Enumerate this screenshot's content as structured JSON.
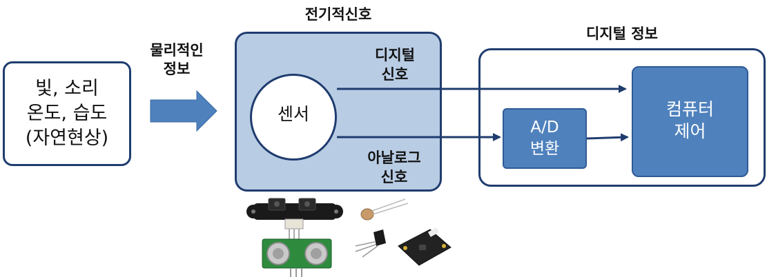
{
  "phenomena": {
    "line1": "빛, 소리",
    "line2": "온도, 습도",
    "line3": "(자연현상)"
  },
  "physical_info": {
    "line1": "물리적인",
    "line2": "정보"
  },
  "electrical_signal": {
    "title": "전기적신호",
    "sensor": "센서",
    "digital_line1": "디지털",
    "digital_line2": "신호",
    "analog_line1": "아날로그",
    "analog_line2": "신호"
  },
  "digital_info": {
    "title": "디지털 정보",
    "ad_line1": "A/D",
    "ad_line2": "변환",
    "computer_line1": "컴퓨터",
    "computer_line2": "제어"
  },
  "colors": {
    "box_border": "#1f3c6e",
    "signal_fill": "#b8cce4",
    "block_fill": "#4f81bd",
    "arrow": "#1f3c6e",
    "big_arrow": "#4f81bd"
  },
  "images": {
    "sensor_photos": [
      "ir-distance-sensor",
      "photoresistor",
      "ultrasonic-sensor",
      "temperature-sensor",
      "sensor-module-board"
    ]
  }
}
